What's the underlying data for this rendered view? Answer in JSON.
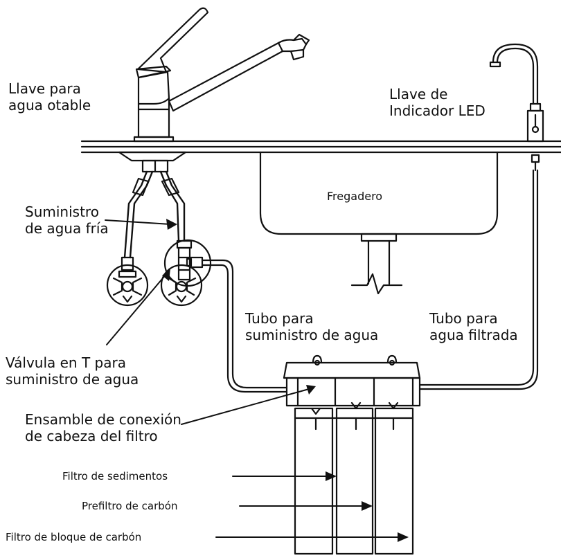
{
  "labels": {
    "potable_faucet": [
      "Llave para",
      "agua otable"
    ],
    "led_faucet": [
      "Llave de",
      "Indicador LED"
    ],
    "sink": "Fregadero",
    "cold_supply": [
      "Suministro",
      "de agua fría"
    ],
    "supply_tube": [
      "Tubo para",
      "suministro de agua"
    ],
    "filtered_tube": [
      "Tubo para",
      "agua filtrada"
    ],
    "tee_valve": [
      "Válvula en T para",
      "suministro de agua"
    ],
    "filter_head": [
      "Ensamble de conexión",
      "de cabeza del filtro"
    ],
    "sediment_filter": "Filtro de sedimentos",
    "carbon_prefilter": "Prefiltro de carbón",
    "carbon_block_filter": "Filtro de bloque de carbón"
  },
  "colors": {
    "ink": "#111111",
    "background": "#ffffff"
  }
}
